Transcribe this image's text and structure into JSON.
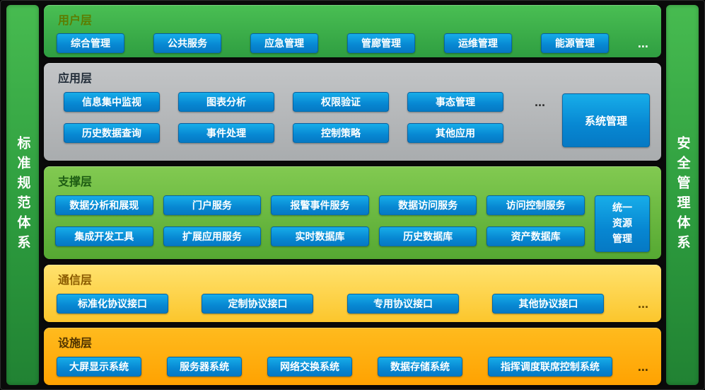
{
  "diagram": {
    "left_bar": "标准规范体系",
    "right_bar": "安全管理体系"
  },
  "user_layer": {
    "title": "用户层",
    "buttons": [
      "综合管理",
      "公共服务",
      "应急管理",
      "管廊管理",
      "运维管理",
      "能源管理"
    ],
    "more": "..."
  },
  "app_layer": {
    "title": "应用层",
    "row1": [
      "信息集中监视",
      "图表分析",
      "权限验证",
      "事态管理"
    ],
    "more": "...",
    "side_button": "系统管理",
    "row2": [
      "历史数据查询",
      "事件处理",
      "控制策略",
      "其他应用"
    ]
  },
  "support_layer": {
    "title": "支撑层",
    "row1": [
      "数据分析和展现",
      "门户服务",
      "报警事件服务",
      "数据访问服务",
      "访问控制服务"
    ],
    "side_button": "统一资源管理",
    "row2": [
      "集成开发工具",
      "扩展应用服务",
      "实时数据库",
      "历史数据库",
      "资产数据库"
    ]
  },
  "comm_layer": {
    "title": "通信层",
    "buttons": [
      "标准化协议接口",
      "定制协议接口",
      "专用协议接口",
      "其他协议接口"
    ],
    "more": "..."
  },
  "facility_layer": {
    "title": "设施层",
    "buttons": [
      "大屏显示系统",
      "服务器系统",
      "网络交换系统",
      "数据存储系统",
      "指挥调度联席控制系统"
    ],
    "more": "..."
  },
  "colors": {
    "background": "#0a0a0a",
    "button_blue": "#0a8cd4",
    "side_bar_green": "#35a844",
    "user_layer_green": "#3cae49",
    "app_layer_gray": "#b5b8ba",
    "support_layer_green": "#6bbd41",
    "comm_layer_yellow": "#fdd44d",
    "facility_layer_orange": "#ffae10",
    "button_text": "#ffffff"
  }
}
